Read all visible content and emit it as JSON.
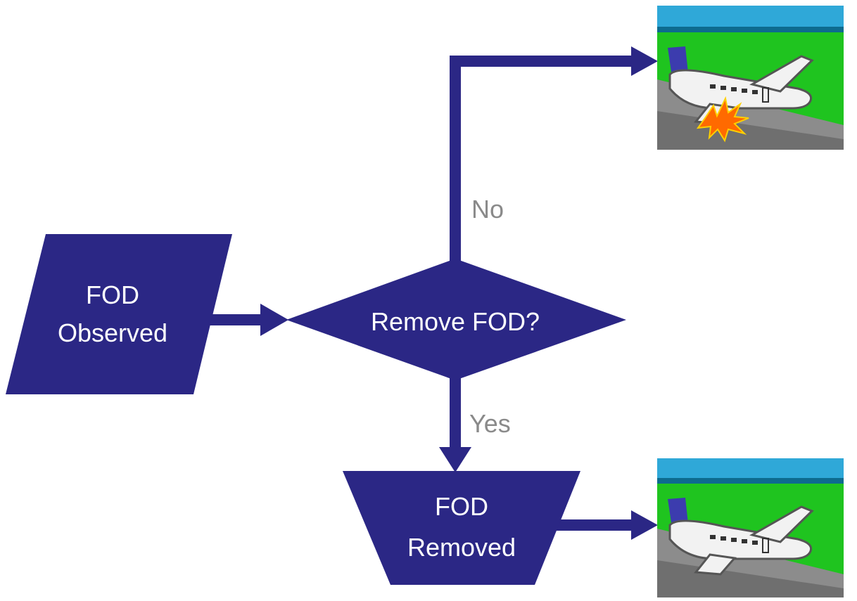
{
  "diagram": {
    "type": "flowchart",
    "colors": {
      "shape_fill": "#2b2785",
      "arrow": "#2b2785",
      "label_text": "#ffffff",
      "branch_text": "#8a8a8a",
      "sky": "#2fa8d8",
      "grass": "#1fc41f",
      "runway": "#8c8c8c",
      "impact": "#ff6a00"
    },
    "nodes": {
      "observed": {
        "line1": "FOD",
        "line2": "Observed"
      },
      "decision": {
        "label": "Remove FOD?"
      },
      "removed": {
        "line1": "FOD",
        "line2": "Removed"
      }
    },
    "branches": {
      "no": "No",
      "yes": "Yes"
    },
    "outcomes": {
      "top": {
        "icon": "damaged-airplane-icon"
      },
      "bottom": {
        "icon": "airplane-icon"
      }
    }
  }
}
